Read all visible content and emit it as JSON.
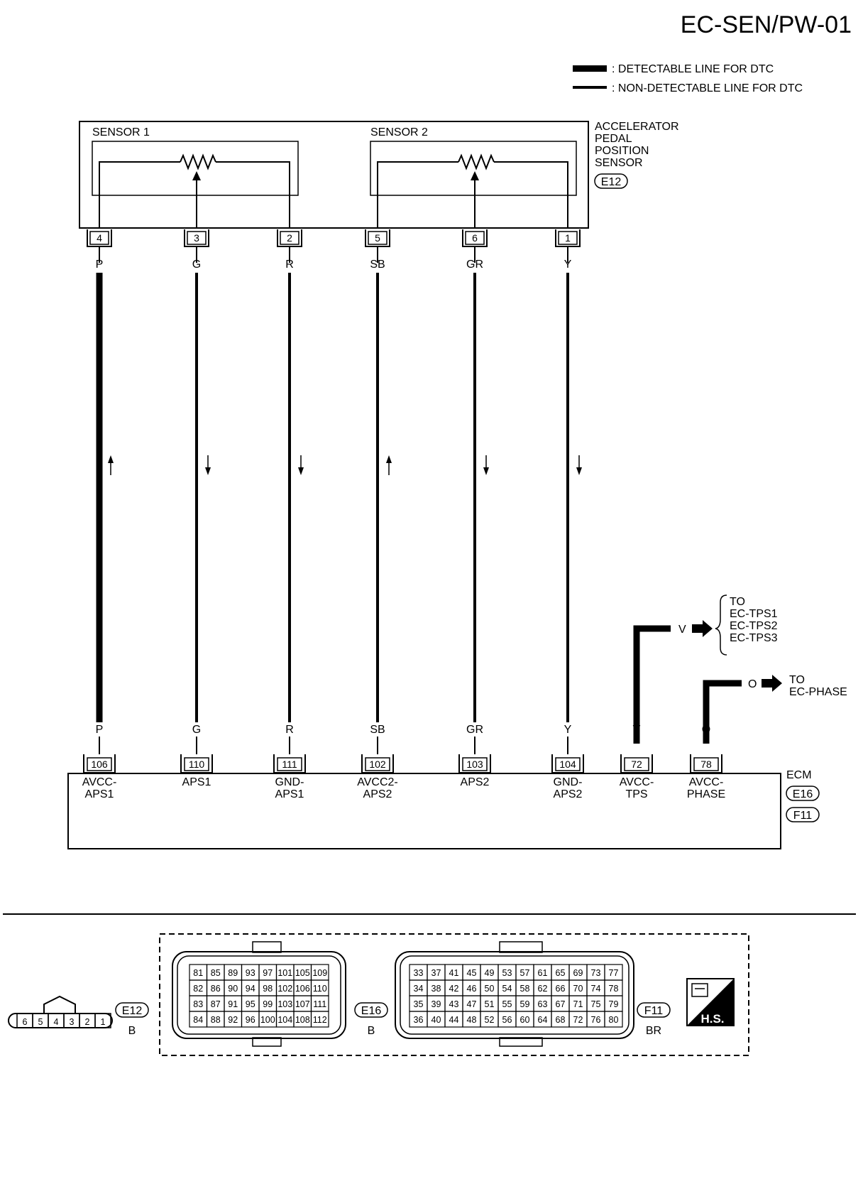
{
  "page_id": "EC-SEN/PW-01",
  "legend": [
    {
      "text": ": DETECTABLE LINE FOR DTC",
      "style": "thick"
    },
    {
      "text": ": NON-DETECTABLE LINE FOR DTC",
      "style": "thin"
    }
  ],
  "sensor": {
    "label_lines": [
      "ACCELERATOR",
      "PEDAL",
      "POSITION",
      "SENSOR"
    ],
    "connector_id": "E12",
    "sub_sensors": [
      "SENSOR 1",
      "SENSOR 2"
    ]
  },
  "circuits": [
    {
      "sensor_pin": "4",
      "color": "P",
      "ecm_pin": "106",
      "ecm_label": [
        "AVCC-",
        "APS1"
      ],
      "arrow": "up",
      "style": "thick"
    },
    {
      "sensor_pin": "3",
      "color": "G",
      "ecm_pin": "110",
      "ecm_label": [
        "APS1"
      ],
      "arrow": "down",
      "style": "thin"
    },
    {
      "sensor_pin": "2",
      "color": "R",
      "ecm_pin": "111",
      "ecm_label": [
        "GND-",
        "APS1"
      ],
      "arrow": "down",
      "style": "thin"
    },
    {
      "sensor_pin": "5",
      "color": "SB",
      "ecm_pin": "102",
      "ecm_label": [
        "AVCC2-",
        "APS2"
      ],
      "arrow": "up",
      "style": "thin"
    },
    {
      "sensor_pin": "6",
      "color": "GR",
      "ecm_pin": "103",
      "ecm_label": [
        "APS2"
      ],
      "arrow": "down",
      "style": "thin"
    },
    {
      "sensor_pin": "1",
      "color": "Y",
      "ecm_pin": "104",
      "ecm_label": [
        "GND-",
        "APS2"
      ],
      "arrow": "down",
      "style": "thin"
    }
  ],
  "branches": [
    {
      "color": "V",
      "ecm_pin": "72",
      "ecm_label": [
        "AVCC-",
        "TPS"
      ],
      "to_lines": [
        "TO",
        "EC-TPS1",
        "EC-TPS2",
        "EC-TPS3"
      ]
    },
    {
      "color": "O",
      "ecm_pin": "78",
      "ecm_label": [
        "AVCC-",
        "PHASE"
      ],
      "to_lines": [
        "TO",
        "EC-PHASE"
      ]
    }
  ],
  "ecm": {
    "label": "ECM",
    "connectors": [
      "E16",
      "F11"
    ]
  },
  "connectors": {
    "e12": {
      "id": "E12",
      "color": "B",
      "pins": [
        "6",
        "5",
        "4",
        "3",
        "2",
        "1"
      ]
    },
    "e16": {
      "id": "E16",
      "color": "B",
      "rows": [
        [
          "81",
          "85",
          "89",
          "93",
          "97",
          "101",
          "105",
          "109"
        ],
        [
          "82",
          "86",
          "90",
          "94",
          "98",
          "102",
          "106",
          "110"
        ],
        [
          "83",
          "87",
          "91",
          "95",
          "99",
          "103",
          "107",
          "111"
        ],
        [
          "84",
          "88",
          "92",
          "96",
          "100",
          "104",
          "108",
          "112"
        ]
      ]
    },
    "f11": {
      "id": "F11",
      "color": "BR",
      "rows": [
        [
          "33",
          "37",
          "41",
          "45",
          "49",
          "53",
          "57",
          "61",
          "65",
          "69",
          "73",
          "77"
        ],
        [
          "34",
          "38",
          "42",
          "46",
          "50",
          "54",
          "58",
          "62",
          "66",
          "70",
          "74",
          "78"
        ],
        [
          "35",
          "39",
          "43",
          "47",
          "51",
          "55",
          "59",
          "63",
          "67",
          "71",
          "75",
          "79"
        ],
        [
          "36",
          "40",
          "44",
          "48",
          "52",
          "56",
          "60",
          "64",
          "68",
          "72",
          "76",
          "80"
        ]
      ]
    }
  },
  "hs_badge": "H.S."
}
